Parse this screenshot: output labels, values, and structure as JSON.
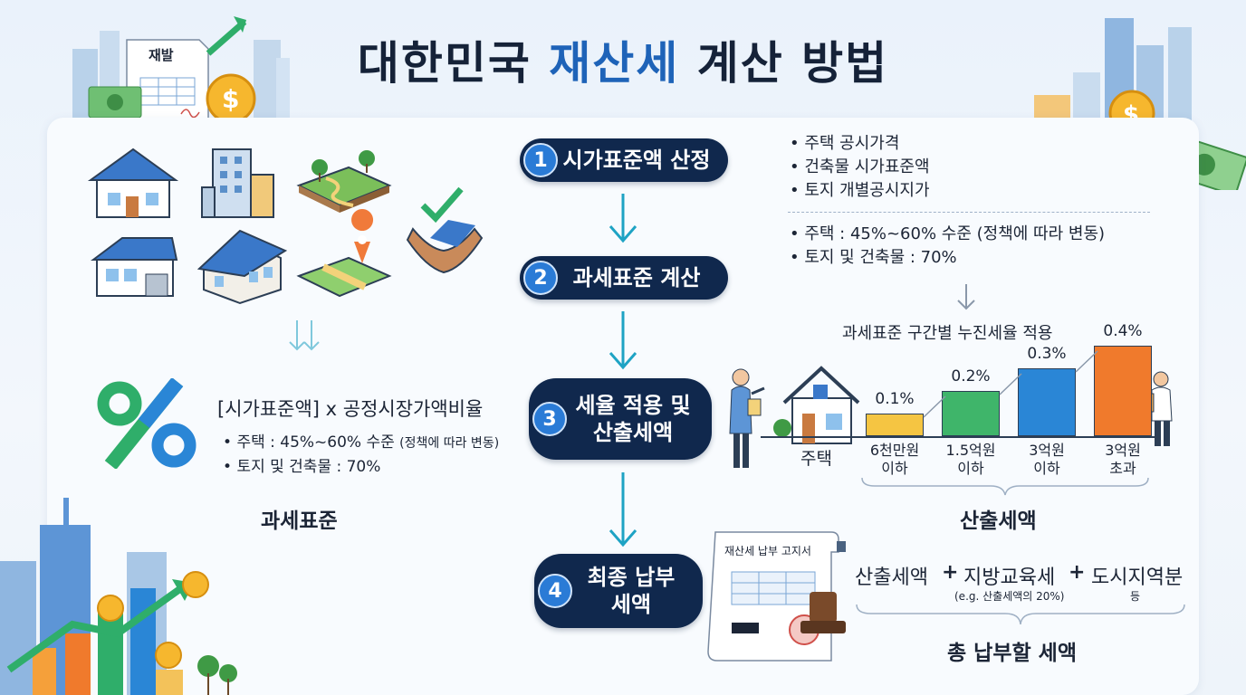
{
  "title": {
    "part1": "대한민국",
    "accent": "재산세",
    "part2": "계산 방법"
  },
  "colors": {
    "navy": "#10284d",
    "accent_blue": "#1e63b8",
    "num_blue": "#2a7bd6",
    "teal": "#1ea3c4",
    "bar_yellow": "#f5c542",
    "bar_green": "#3fb56a",
    "bar_blue": "#2a86d6",
    "bar_orange": "#f07a2c"
  },
  "top_left_icon": {
    "doc_label": "재발",
    "icons": [
      "document-icon",
      "money-icon",
      "coin-icon",
      "growth-arrow-icon",
      "city-icon"
    ]
  },
  "property_icons": [
    "house-icon",
    "apartment-building-icon",
    "land-plot-icon",
    "modern-house-icon",
    "townhouse-icon",
    "map-pin-icon",
    "hand-check-icon"
  ],
  "flow": {
    "steps": [
      {
        "num": "1",
        "label": "시가표준액 산정"
      },
      {
        "num": "2",
        "label": "과세표준 계산"
      },
      {
        "num": "3",
        "label": "세율 적용 및\n산출세액"
      },
      {
        "num": "4",
        "label": "최종 납부\n세액"
      }
    ]
  },
  "left": {
    "formula": "[시가표준액] x 공정시장가액비율",
    "bullets": [
      "주택 : 45%~60% 수준",
      "토지 및 건축물 : 70%"
    ],
    "bullet1_note": "(정책에 따라 변동)",
    "result_label": "과세표준"
  },
  "right_top": {
    "bullets": [
      "주택 공시가격",
      "건축물 시가표준액",
      "토지 개별공시지가"
    ],
    "bullets2": [
      "주택 : 45%~60% 수준 (정책에 따라 변동)",
      "토지 및 건축물 : 70%"
    ]
  },
  "chart_data": {
    "type": "bar",
    "title": "과세표준 구간별 누진세율 적용",
    "categories": [
      "6천만원\n이하",
      "1.5억원\n이하",
      "3억원\n이하",
      "3억원\n초과"
    ],
    "values": [
      0.1,
      0.2,
      0.3,
      0.4
    ],
    "value_labels": [
      "0.1%",
      "0.2%",
      "0.3%",
      "0.4%"
    ],
    "unit": "%",
    "lead_label": "주택",
    "result_label": "산출세액",
    "ylim": [
      0,
      0.4
    ]
  },
  "final": {
    "doc_title": "재산세 납부 고지서",
    "term1": "산출세액",
    "plus1": "+",
    "term2": "지방교육세",
    "term2_note": "(e.g. 산출세액의 20%)",
    "plus2": "+",
    "term3": "도시지역분",
    "term3_note": "등",
    "result_label": "총 납부할 세액"
  }
}
